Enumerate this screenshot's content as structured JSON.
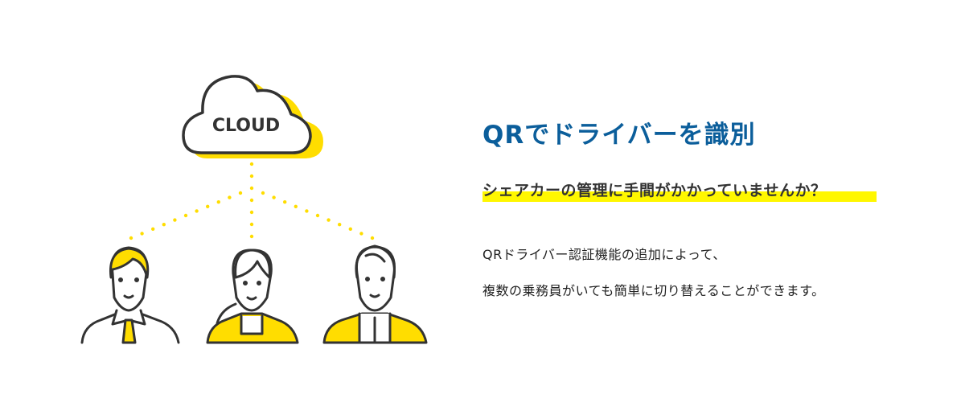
{
  "illustration": {
    "cloud_label": "CLOUD"
  },
  "colors": {
    "accent_yellow": "#ffdd00",
    "highlight": "#fff700",
    "title_blue": "#0b5e9b",
    "line": "#333333"
  },
  "title": "QRでドライバーを識別",
  "subtitle": "シェアカーの管理に手間がかかっていませんか？",
  "body": {
    "line1": "QRドライバー認証機能の追加によって、",
    "line2": "複数の乗務員がいても簡単に切り替えることができます。"
  }
}
